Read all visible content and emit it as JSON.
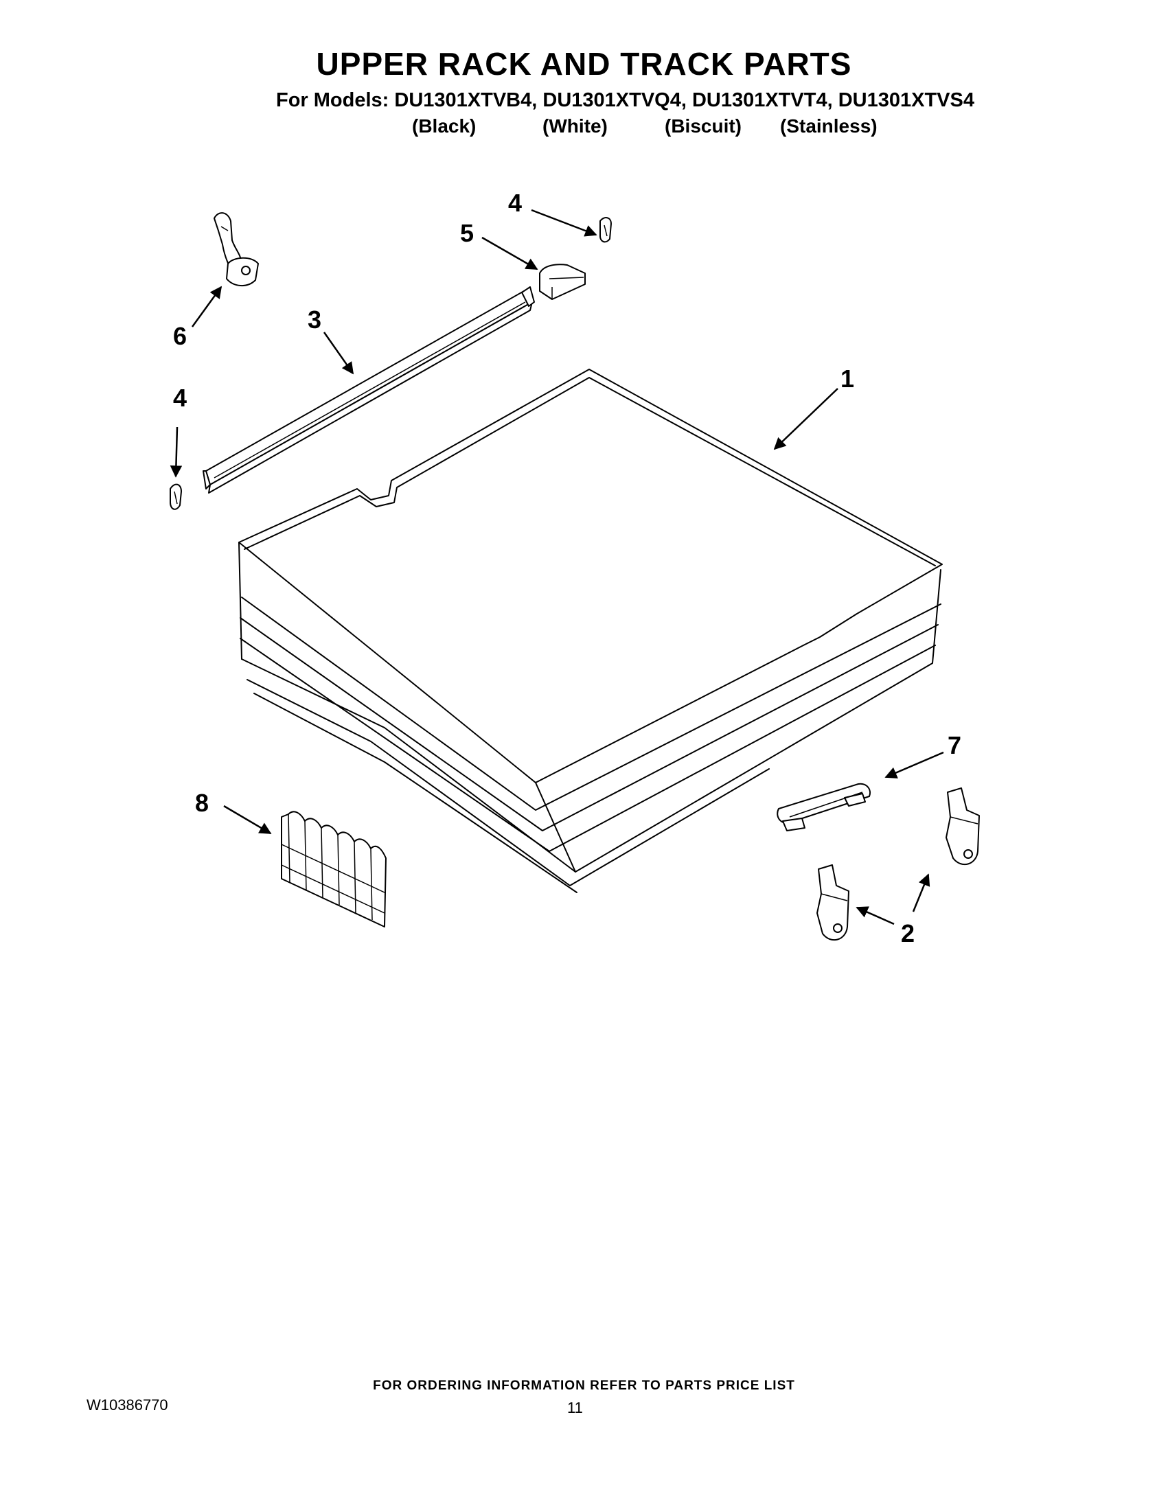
{
  "header": {
    "title": "UPPER RACK AND TRACK PARTS",
    "models_line": "For Models: DU1301XTVB4, DU1301XTVQ4, DU1301XTVT4, DU1301XTVS4",
    "colors": [
      "(Black)",
      "(White)",
      "(Biscuit)",
      "(Stainless)"
    ]
  },
  "callouts": [
    "1",
    "2",
    "3",
    "4",
    "4",
    "5",
    "6",
    "7",
    "8"
  ],
  "footer": {
    "ordering_note": "FOR ORDERING INFORMATION REFER TO PARTS PRICE LIST",
    "document_number": "W10386770",
    "page_number": "11"
  }
}
